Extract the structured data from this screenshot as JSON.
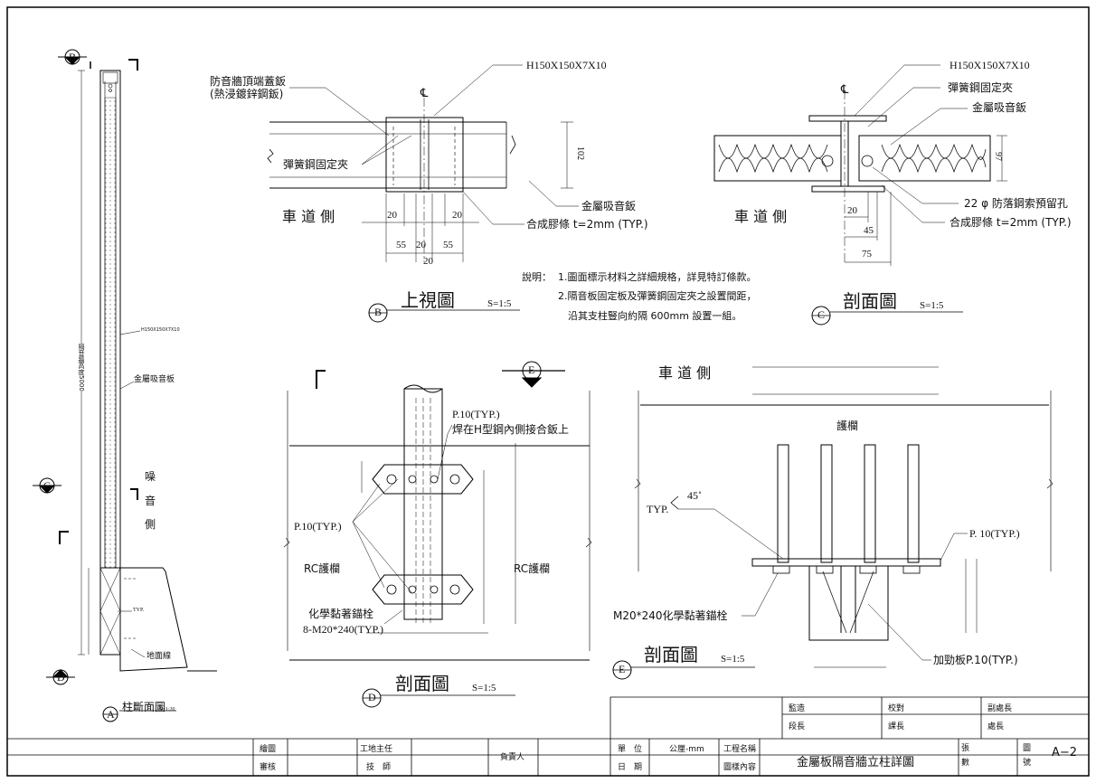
{
  "sheet": {
    "drawing_title": "金屬板隔音牆立柱詳圖",
    "drawing_no": "A−2"
  },
  "notes": {
    "prefix": "說明：",
    "lines": [
      "1.圖面標示材料之詳細規格，詳見特訂條款。",
      "2.隔音板固定板及彈簧鋼固定夾之設置間距，",
      "沿其支柱豎向約隔 600mm 設置一組。"
    ]
  },
  "view_b": {
    "title": "上視圖",
    "marker": "B",
    "scale": "S=1:5",
    "labels": {
      "cap": "防音牆頂端蓋鈑",
      "cap_sub": "(熱浸鍍鋅鋼鈑)",
      "h_beam": "H150X150X7X10",
      "clip": "彈簧鋼固定夾",
      "panel": "金屬吸音鈑",
      "gasket": "合成膠條 t=2mm (TYP.)",
      "side": "車 道 側",
      "cl": "℄"
    },
    "dims": [
      "102",
      "20",
      "20",
      "55",
      "20",
      "55",
      "20"
    ]
  },
  "view_c": {
    "title": "剖面圖",
    "marker": "C",
    "scale": "S=1:5",
    "labels": {
      "h_beam": "H150X150X7X10",
      "clip": "彈簧鋼固定夾",
      "panel": "金屬吸音鈑",
      "hole": "22 φ 防落鋼索預留孔",
      "gasket": "合成膠條 t=2mm (TYP.)",
      "side": "車 道 側",
      "cl": "℄"
    },
    "dims": [
      "97",
      "20",
      "45",
      "75"
    ]
  },
  "view_d": {
    "title": "剖面圖",
    "marker": "D",
    "scale": "S=1:5",
    "labels": {
      "plate": "P.10(TYP.)",
      "weld": "焊在H型鋼內側接合鈑上",
      "plate_left": "P.10(TYP.)",
      "rc_left": "RC護欄",
      "rc_right": "RC護欄",
      "anchor": "化學黏著錨栓",
      "anchor_sub": "8-M20*240(TYP.)"
    },
    "marker_e": "E"
  },
  "view_e": {
    "title": "剖面圖",
    "marker": "E",
    "scale": "S=1:5",
    "labels": {
      "side": "車 道 側",
      "guard": "護欄",
      "typ": "TYP.",
      "angle": "45˚",
      "plate": "P. 10(TYP.)",
      "anchor": "M20*240化學黏著錨栓",
      "stiffener": "加勁板P.10(TYP.)"
    }
  },
  "view_a": {
    "title": "柱斷面圖",
    "marker": "A",
    "scale": "S=1:20",
    "labels": {
      "h_beam": "H150X150X7X10",
      "panel": "金屬吸音板",
      "noise_side": [
        "噪",
        "音",
        "側"
      ],
      "ground": "地面線",
      "typ": "TYP.",
      "height": "隔音牆高度5000"
    },
    "markers": [
      "B",
      "C",
      "D"
    ]
  },
  "title_block": {
    "row1": {
      "drafter": "繪圖",
      "site_chief": "工地主任",
      "responsible": "負責人",
      "unit_label": "單　位",
      "unit_value": "公厘-mm",
      "project_label": "工程名稱",
      "supervisor": "監造",
      "checker": "校對",
      "deputy": "副處長",
      "sheets_label": "張數",
      "no_label": "圖號"
    },
    "row2": {
      "reviewer": "審核",
      "technician": "技　師",
      "date_label": "日　期",
      "content_label": "圖樣內容",
      "section_chief": "段長",
      "division_chief": "課長",
      "director": "處長"
    }
  }
}
